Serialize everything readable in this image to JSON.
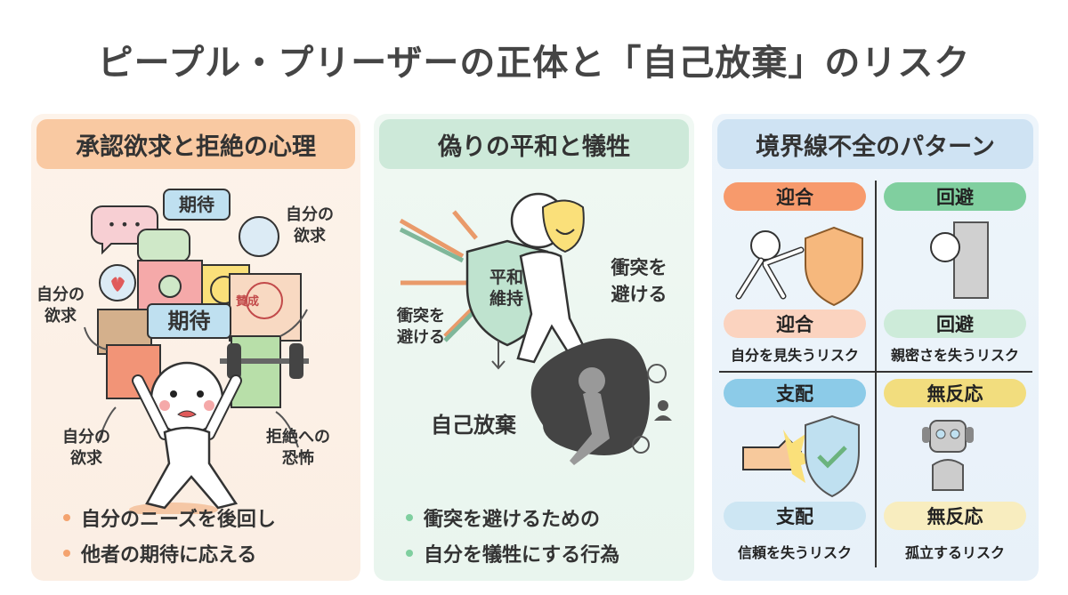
{
  "title": "ピープル・プリーザーの正体と「自己放棄」のリスク",
  "panels": [
    {
      "heading": "承認欲求と拒絶の心理",
      "illustration_labels": [
        "期待",
        "期待",
        "賛成",
        "自分の欲求",
        "自分の欲求",
        "自分の欲求",
        "拒絶への恐怖"
      ],
      "bullets": [
        "自分のニーズを後回し",
        "他者の期待に応える"
      ],
      "accent": "#f4a36f"
    },
    {
      "heading": "偽りの平和と犠牲",
      "illustration_labels": [
        "平和維持",
        "衝突を避ける",
        "衝突を避ける",
        "自己放棄"
      ],
      "bullets": [
        "衝突を避けるための",
        "自分を犠牲にする行為"
      ],
      "accent": "#7fcf9f"
    },
    {
      "heading": "境界線不全のパターン",
      "patterns": [
        {
          "name": "迎合",
          "risk": "自分を見失うリスク",
          "color": "#f79a6c",
          "light": "#fbd3bf"
        },
        {
          "name": "回避",
          "risk": "親密さを失うリスク",
          "color": "#80cf9f",
          "light": "#cdebd9"
        },
        {
          "name": "支配",
          "risk": "信頼を失うリスク",
          "color": "#8ccbe8",
          "light": "#cde6f3"
        },
        {
          "name": "無反応",
          "risk": "孤立するリスク",
          "color": "#f2dd7e",
          "light": "#f8edbf"
        }
      ]
    }
  ]
}
